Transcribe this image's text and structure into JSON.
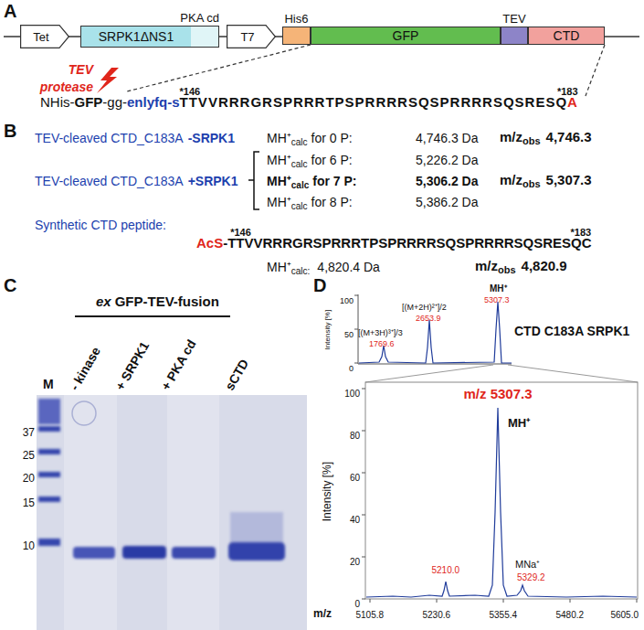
{
  "diagram": {
    "nodes": [
      {
        "text": [
          "Tet"
        ]
      },
      {
        "text": [
          "PKA cd",
          "SRPK1ΔNS1"
        ]
      },
      {
        "text": [
          "T7"
        ]
      },
      {
        "text": [
          "His6"
        ]
      },
      {
        "text": [
          "GFP"
        ]
      },
      {
        "text": [
          "TEV"
        ]
      },
      {
        "text": [
          "CTD"
        ]
      }
    ],
    "labels": [
      "A",
      "B",
      "C",
      "D",
      "TEV protease",
      "NHis-",
      "GFP",
      "-gg-",
      "enlyfq-s",
      "TTVVRRRGRSPRRRTPSPRRRRSQSPRRRRSQSRESQ",
      "A",
      "*146",
      "*183",
      "TEV-cleaved CTD_C183A",
      "-SRPK1",
      "MH⁺",
      "calc",
      "for 0 P:",
      "4,746.3 Da",
      "m/z",
      "obs",
      "4,746.3",
      "TEV-cleaved CTD_C183A",
      "+SRPK1",
      "MH⁺",
      "calc",
      "for 6 P:",
      "5,226.2 Da",
      "MH⁺",
      "calc",
      "for 7 P:",
      "5,306.2 Da",
      "m/z",
      "obs",
      "5,307.3",
      "MH⁺",
      "calc",
      "for 8 P:",
      "5,386.2 Da",
      "Synthetic CTD peptide:",
      "AcS",
      "-TTVVRRRGRSPRRRTPSPRRRRSQSPRRRRSQSRESQC",
      "*146",
      "*183",
      "MH⁺",
      "calc:",
      "4,820.4 Da",
      "m/z",
      "obs",
      "4,820.9",
      "ex",
      "GFP-TEV-fusion",
      "M",
      "- kinase",
      "+ SRPK1",
      "+ PKA cd",
      "sCTD",
      "37",
      "25",
      "20",
      "15",
      "10",
      "100",
      "50",
      "0",
      "Intensity [%]",
      "[(M+3H)³⁺]/3",
      "1769.6",
      "[(M+2H)²⁺]/2",
      "2653.9",
      "MH⁺",
      "5307.3",
      "CTD C183A SRPK1",
      "100",
      "80",
      "60",
      "40",
      "20",
      "0",
      "Intensity [%]",
      "m/z",
      "5105.8",
      "5230.6",
      "5355.4",
      "5480.2",
      "5605.0",
      "m/z 5307.3",
      "MH⁺",
      "5210.0",
      "MNa⁺",
      "5329.2"
    ]
  }
}
